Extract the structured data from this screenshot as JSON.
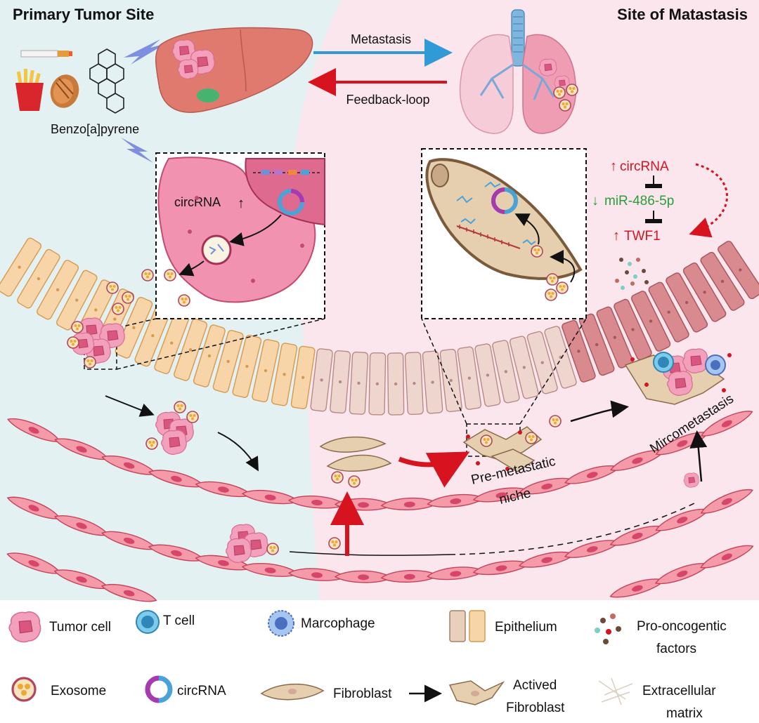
{
  "title_left": "Primary Tumor Site",
  "title_right": "Site of Matastasis",
  "arrow_metastasis": "Metastasis",
  "arrow_feedback": "Feedback-loop",
  "carcinogen": "Benzo[a]pyrene",
  "inset_left_label": "circRNA",
  "pathway": {
    "circrna": "circRNA",
    "mirna": "miR-486-5p",
    "target": "TWF1"
  },
  "label_premetastatic": [
    "Pre-metastatic",
    "niche"
  ],
  "label_micrometastasis": "Mircometastasis",
  "legend": {
    "tumor_cell": "Tumor cell",
    "t_cell": "T cell",
    "macrophage": "Marcophage",
    "epithelium": "Epithelium",
    "pro_oncogenic": [
      "Pro-oncogentic",
      "factors"
    ],
    "exosome": "Exosome",
    "circrna": "circRNA",
    "fibroblast": "Fibroblast",
    "actived_fibroblast": [
      "Actived",
      "Fibroblast"
    ],
    "ecm": [
      "Extracellular",
      "matrix"
    ]
  },
  "colors": {
    "left_bg": "#e3f1f2",
    "right_bg": "#fbe6ee",
    "tumor": "#f2a0bc",
    "liver": "#e07a6e",
    "red": "#d6131f",
    "blue": "#2f9ad6",
    "green": "#2a9d3a",
    "exosome": "#f6e3bf"
  }
}
